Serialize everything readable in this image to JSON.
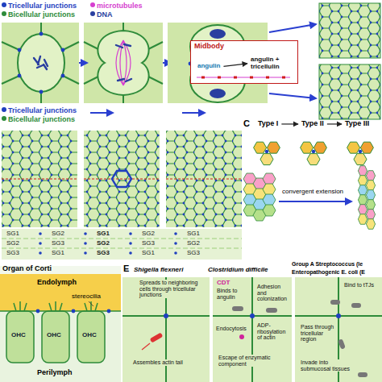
{
  "diagram": {
    "nodes": [
      {
        "text": [
          "Midbody"
        ]
      },
      {
        "text": [
          "angulin"
        ],
        "in": 0
      },
      {
        "text": [
          "angulin + tricellulin"
        ],
        "in": 0
      },
      {
        "text": [
          "Type I"
        ]
      },
      {
        "text": [
          "Type II"
        ]
      },
      {
        "text": [
          "Type III"
        ]
      }
    ],
    "edges": [
      {
        "from": 1,
        "to": 2,
        "arrow": "to"
      },
      {
        "from": 3,
        "to": 4,
        "arrow": "to"
      },
      {
        "from": 4,
        "to": 5,
        "arrow": "to"
      }
    ],
    "labels": [
      "C",
      "convergent extension",
      "SG1",
      "SG2",
      "SG1",
      "SG2",
      "SG1",
      "SG2",
      "SG3",
      "SG2",
      "SG3",
      "SG2",
      "SG3",
      "SG1",
      "SG3",
      "SG1",
      "SG3",
      "Organ of Corti",
      "Endolymph",
      "stereocilia",
      "OHC",
      "OHC",
      "OHC",
      "Perilymph",
      "E",
      "Shigella flexneri",
      "Clostridium difficile",
      "Group A Streptococcus (le",
      "Enteropathogenic E. coli (E",
      "Spreads to neighboring cells through tricellular junctions",
      "Assembles actin tail",
      "CDT",
      "Binds to angulin",
      "Adhesion and colonization",
      "Endocytosis",
      "ADP-ribosylation of actin",
      "Escape of enzymatic component",
      "Bind to tTJs",
      "Pass through tricellular region",
      "Invade into submucosal tissues"
    ],
    "legend": [
      {
        "text": "Tricellular junctions",
        "color": "#1f3fbf"
      },
      {
        "text": "Bicellular junctions",
        "color": "#2e8b3a"
      },
      {
        "text": "microtubules",
        "color": "#d63fd0"
      },
      {
        "text": "DNA",
        "color": "#2a3fa0"
      },
      {
        "text": "Tricellular junctions",
        "color": "#1f3fbf"
      },
      {
        "text": "Bicellular junctions",
        "color": "#2e8b3a"
      }
    ]
  }
}
